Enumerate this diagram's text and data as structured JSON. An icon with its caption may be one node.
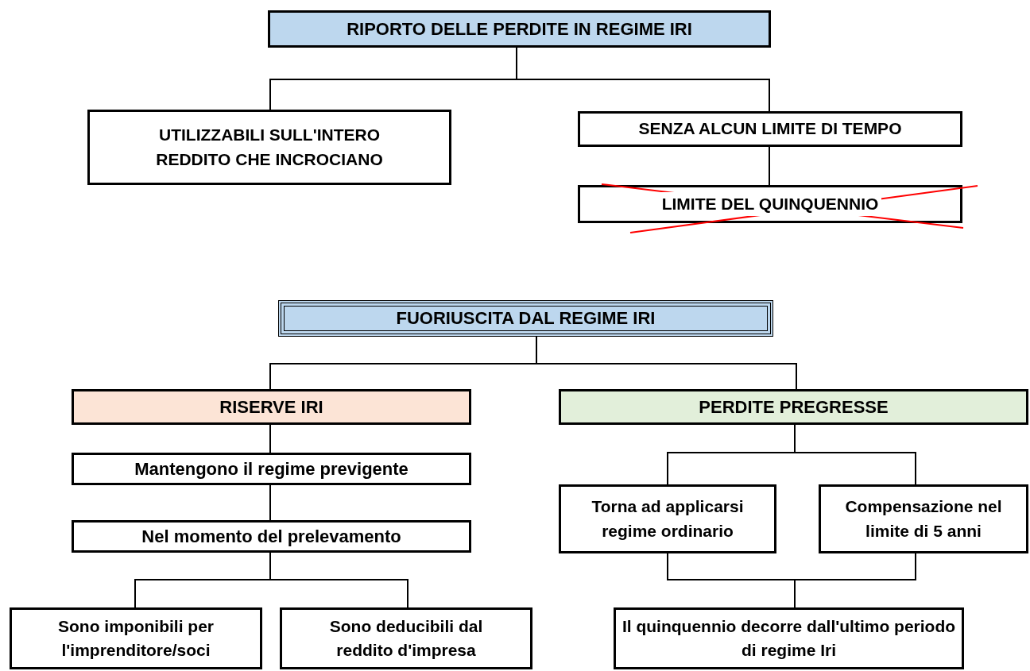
{
  "diagram": {
    "nodes": [
      {
        "text": [
          "RIPORTO DELLE PERDITE IN REGIME IRI"
        ]
      },
      {
        "text": [
          "UTILIZZABILI SULL'INTERO REDDITO CHE INCROCIANO"
        ]
      },
      {
        "text": [
          "SENZA ALCUN LIMITE DI TEMPO"
        ]
      },
      {
        "text": [
          "LIMITE DEL QUINQUENNIO"
        ]
      },
      {
        "text": [
          "FUORIUSCITA DAL REGIME IRI"
        ]
      },
      {
        "text": [
          "RISERVE IRI"
        ]
      },
      {
        "text": [
          "PERDITE PREGRESSE"
        ]
      },
      {
        "text": [
          "Mantengono il regime previgente"
        ]
      },
      {
        "text": [
          "Nel momento del prelevamento"
        ]
      },
      {
        "text": [
          "Sono imponibili per l'imprenditore/soci"
        ]
      },
      {
        "text": [
          "Sono deducibili dal reddito d'impresa"
        ]
      },
      {
        "text": [
          "Torna ad applicarsi regime ordinario"
        ]
      },
      {
        "text": [
          "Compensazione nel limite di 5 anni"
        ]
      },
      {
        "text": [
          "Il quinquennio decorre dall'ultimo periodo di regime Iri"
        ]
      }
    ],
    "edges": [
      {
        "from": 0,
        "to": 1,
        "arrow": "none"
      },
      {
        "from": 0,
        "to": 2,
        "arrow": "none"
      },
      {
        "from": 2,
        "to": 3,
        "arrow": "none"
      },
      {
        "from": 4,
        "to": 5,
        "arrow": "none"
      },
      {
        "from": 4,
        "to": 6,
        "arrow": "none"
      },
      {
        "from": 5,
        "to": 7,
        "arrow": "none"
      },
      {
        "from": 7,
        "to": 8,
        "arrow": "none"
      },
      {
        "from": 8,
        "to": 9,
        "arrow": "none"
      },
      {
        "from": 8,
        "to": 10,
        "arrow": "none"
      },
      {
        "from": 6,
        "to": 11,
        "arrow": "none"
      },
      {
        "from": 6,
        "to": 12,
        "arrow": "none"
      },
      {
        "from": 11,
        "to": 13,
        "arrow": "none"
      },
      {
        "from": 12,
        "to": 13,
        "arrow": "none"
      }
    ]
  }
}
